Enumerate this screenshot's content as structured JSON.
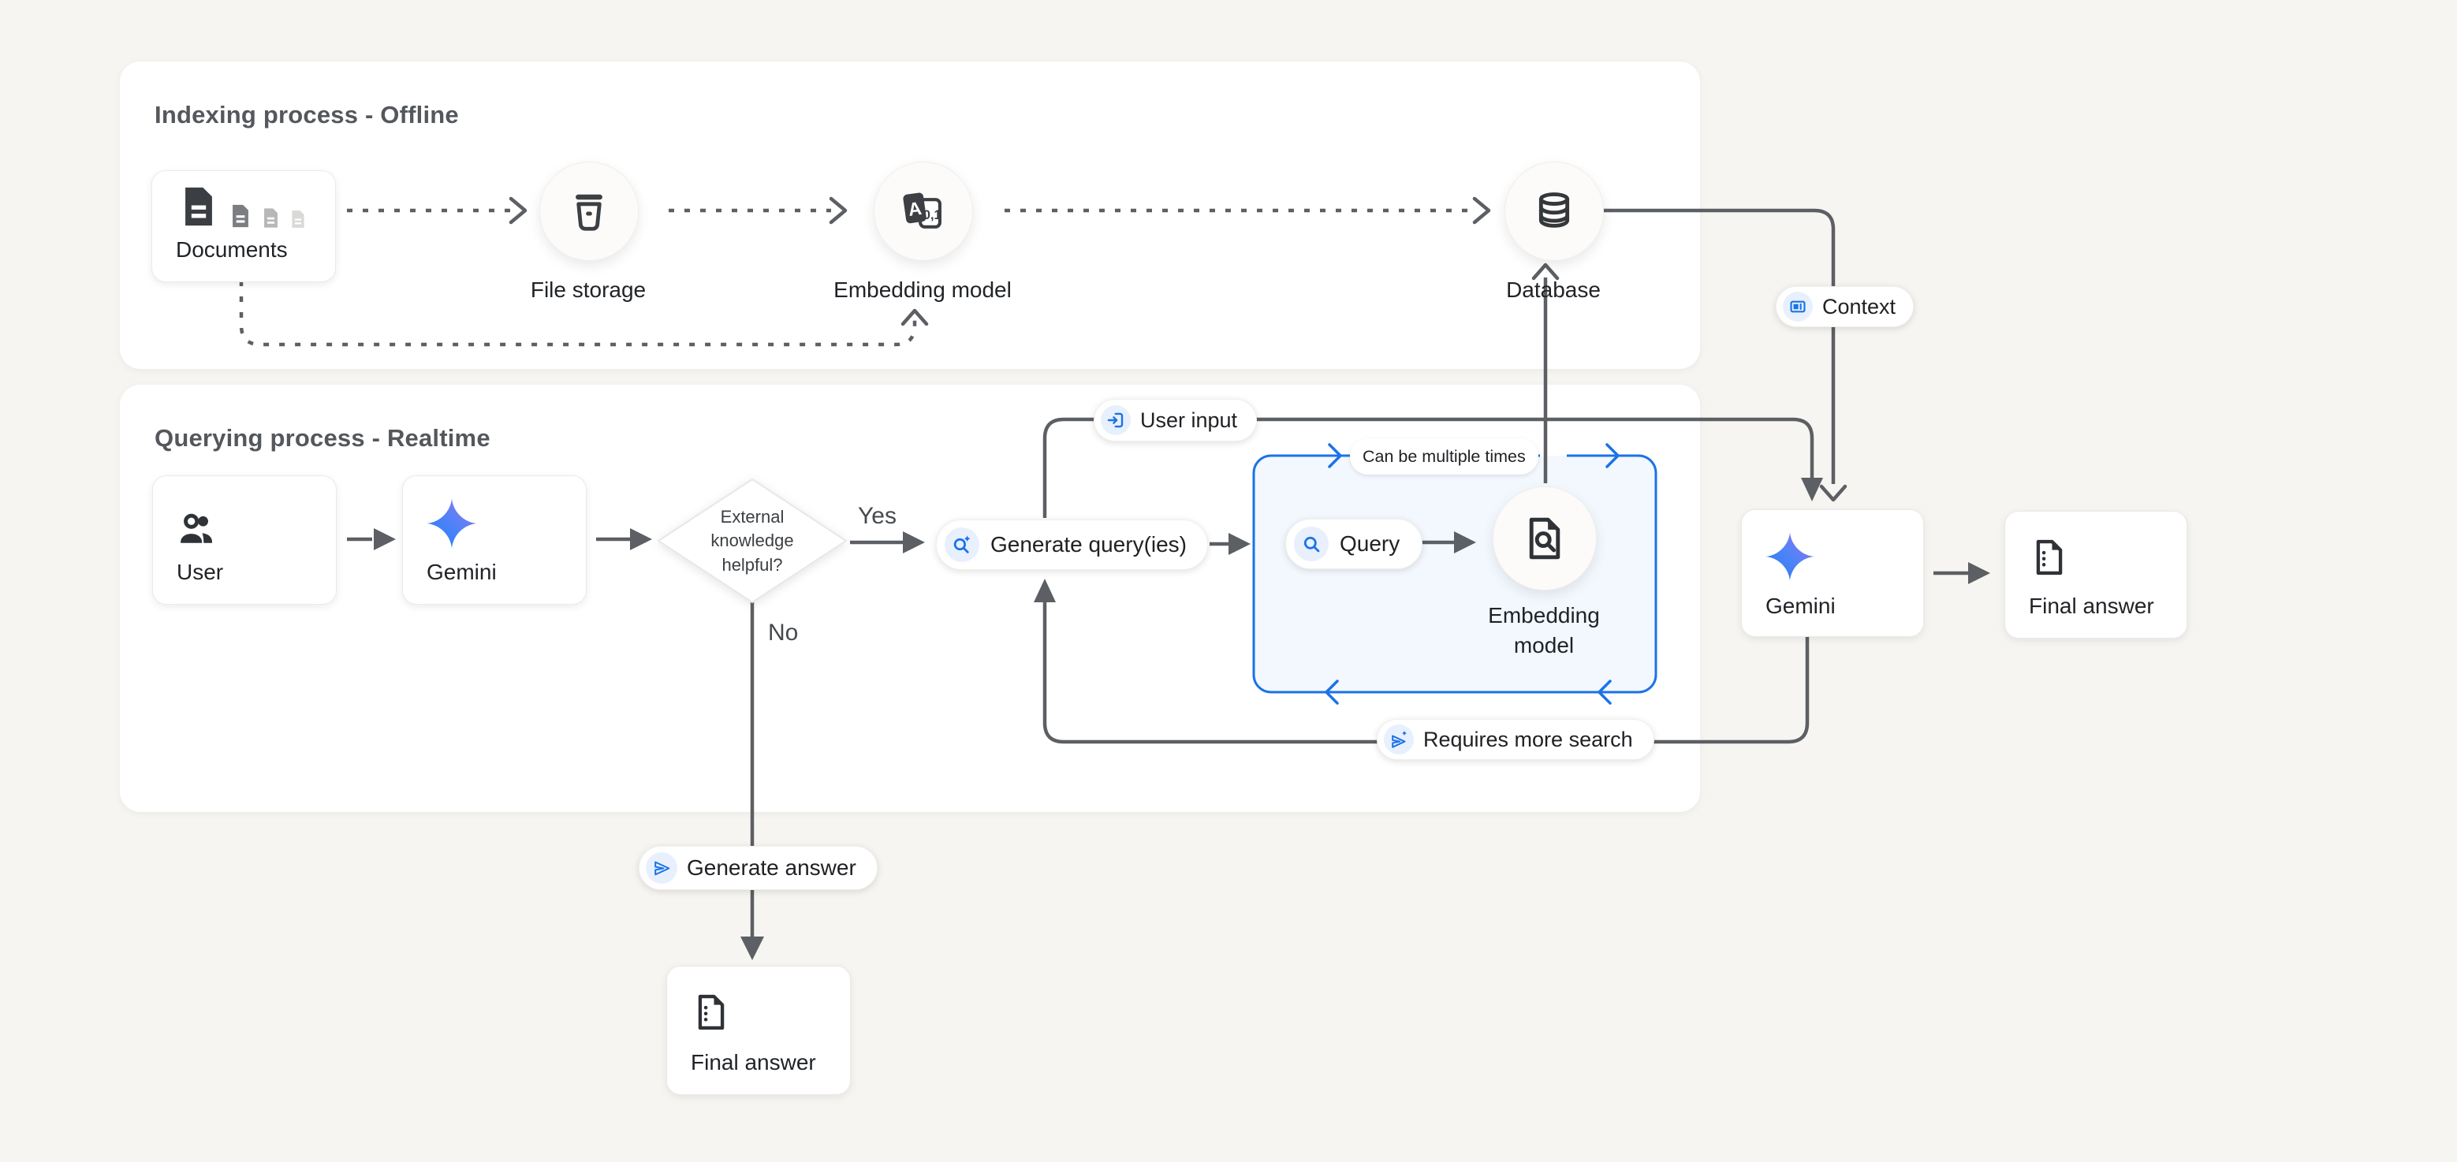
{
  "panels": {
    "indexing": {
      "title": "Indexing process - Offline"
    },
    "querying": {
      "title": "Querying process - Realtime"
    }
  },
  "nodes": {
    "documents": {
      "label": "Documents",
      "icon": "document-stack-icon"
    },
    "file_storage": {
      "label": "File storage",
      "icon": "storage-bucket-icon"
    },
    "embedding_model_offline": {
      "label": "Embedding model",
      "icon": "translate-a01-icon"
    },
    "database": {
      "label": "Database",
      "icon": "database-cylinder-icon"
    },
    "user": {
      "label": "User",
      "icon": "users-icon"
    },
    "gemini_query": {
      "label": "Gemini",
      "icon": "gemini-star-icon"
    },
    "decision": {
      "label": "External knowledge helpful?"
    },
    "embedding_model_online": {
      "label": "Embedding model",
      "icon": "document-search-icon"
    },
    "gemini_answer": {
      "label": "Gemini",
      "icon": "gemini-star-icon"
    },
    "final_answer_right": {
      "label": "Final answer",
      "icon": "document-lines-icon"
    },
    "final_answer_bottom": {
      "label": "Final answer",
      "icon": "document-lines-icon"
    }
  },
  "pills": {
    "generate_queries": {
      "label": "Generate query(ies)",
      "icon": "search-spark-icon"
    },
    "query": {
      "label": "Query",
      "icon": "search-icon"
    },
    "user_input": {
      "label": "User input",
      "icon": "input-icon"
    },
    "context": {
      "label": "Context",
      "icon": "article-icon"
    },
    "requires_more_search": {
      "label": "Requires more search",
      "icon": "send-spark-icon"
    },
    "generate_answer": {
      "label": "Generate answer",
      "icon": "send-icon"
    }
  },
  "edge_labels": {
    "yes": "Yes",
    "no": "No",
    "can_be_multiple_times": "Can be multiple times"
  },
  "colors": {
    "accent_blue": "#1a73e8",
    "line_gray": "#5c5f63",
    "loop_box_fill": "#f3f8fe",
    "icon_chip_bg": "#e8f0fe",
    "panel_bg": "#ffffff",
    "page_bg": "#f7f5f1",
    "gemini_gradient_start": "#1f7cf5",
    "gemini_gradient_end": "#9c72f3"
  }
}
